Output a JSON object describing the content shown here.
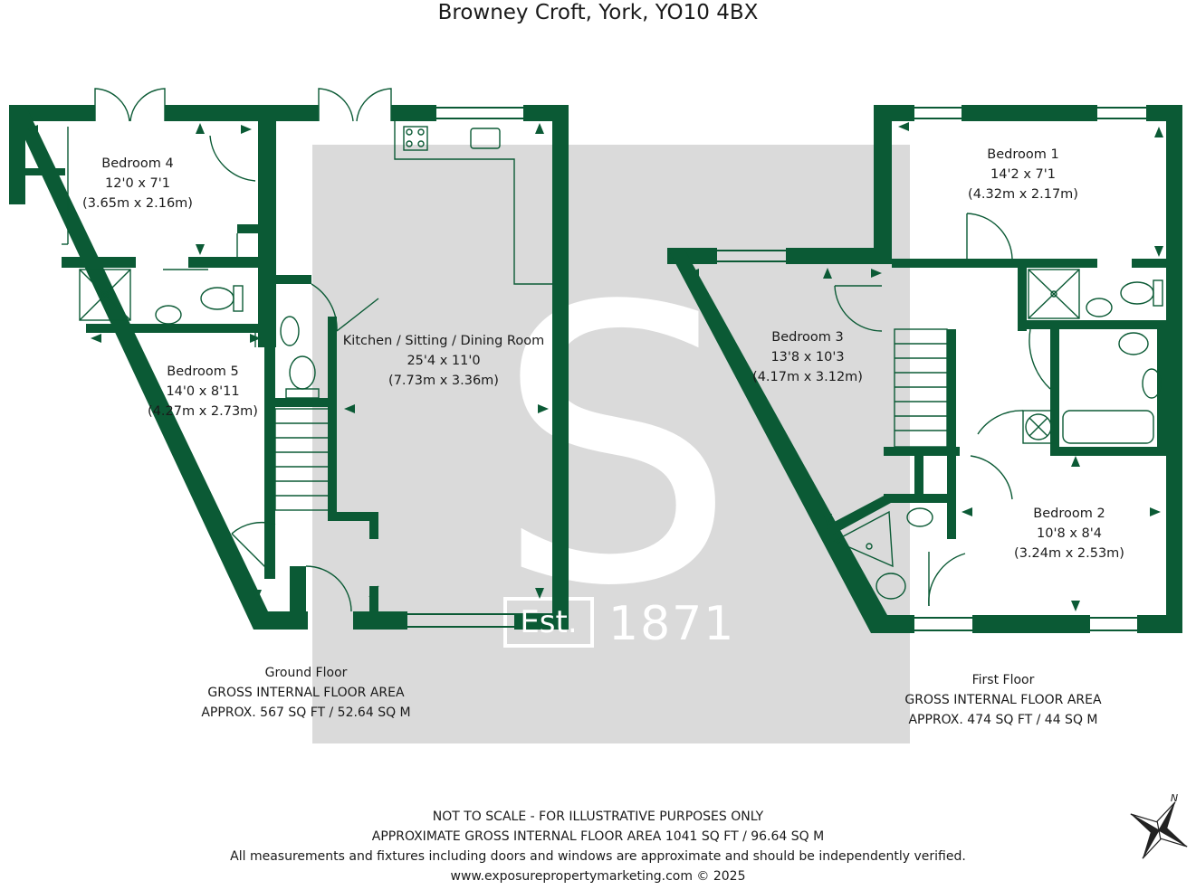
{
  "title": "Browney Croft, York, YO10 4BX",
  "colors": {
    "wall": "#0b5a35",
    "watermark_bg": "#d9d9d9",
    "watermark_fg": "#ffffff"
  },
  "watermark": {
    "letter": "S",
    "est": "Est.",
    "year": "1871"
  },
  "ground_floor": {
    "rooms": [
      {
        "name": "Bedroom 4",
        "imperial": "12'0 x 7'1",
        "metric": "(3.65m x 2.16m)"
      },
      {
        "name": "Bedroom 5",
        "imperial": "14'0 x 8'11",
        "metric": "(4.27m x 2.73m)"
      },
      {
        "name": "Kitchen / Sitting / Dining Room",
        "imperial": "25'4 x 11'0",
        "metric": "(7.73m x 3.36m)"
      }
    ],
    "label": "Ground Floor",
    "area_label": "GROSS INTERNAL FLOOR AREA",
    "area": "APPROX. 567 SQ FT / 52.64 SQ M"
  },
  "first_floor": {
    "rooms": [
      {
        "name": "Bedroom 1",
        "imperial": "14'2 x 7'1",
        "metric": "(4.32m x 2.17m)"
      },
      {
        "name": "Bedroom 3",
        "imperial": "13'8 x 10'3",
        "metric": "(4.17m x 3.12m)"
      },
      {
        "name": "Bedroom 2",
        "imperial": "10'8 x 8'4",
        "metric": "(3.24m x 2.53m)"
      }
    ],
    "label": "First Floor",
    "area_label": "GROSS INTERNAL FLOOR AREA",
    "area": "APPROX. 474 SQ FT / 44 SQ M"
  },
  "footer": {
    "line1": "NOT TO SCALE - FOR ILLUSTRATIVE PURPOSES ONLY",
    "line2": "APPROXIMATE GROSS INTERNAL FLOOR AREA 1041 SQ FT / 96.64 SQ M",
    "line3": "All measurements and fixtures including doors and windows are approximate and should be independently verified.",
    "line4": "www.exposurepropertymarketing.com © 2025"
  },
  "compass": {
    "label": "N",
    "icon": "compass-rose-icon"
  }
}
